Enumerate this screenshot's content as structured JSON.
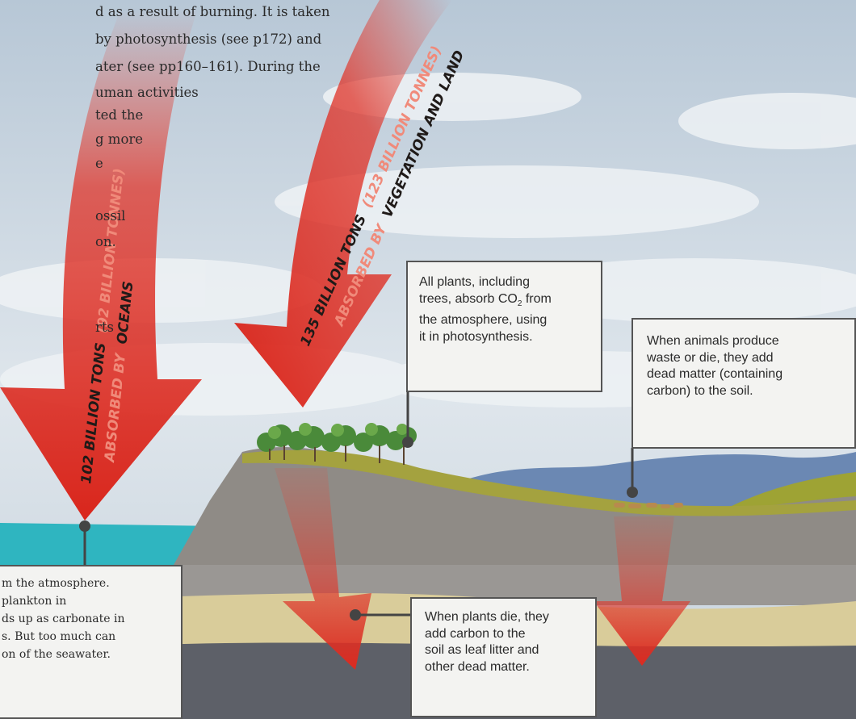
{
  "intro_lines": [
    "d as a result of burning. It is taken",
    "by photosynthesis (see p172)  and",
    "ater (see pp160–161). During the",
    "uman activities",
    "ted the",
    "g more",
    "e",
    "ossil",
    "on.",
    "rts"
  ],
  "arrows": {
    "oceans": {
      "amount": "102 BILLION TONS",
      "metric": "(92 BILLION TONNES)",
      "absorbed": "ABSORBED BY",
      "sink": "OCEANS"
    },
    "land": {
      "amount": "135 BILLION TONS",
      "metric": "(123 BILLION TONNES)",
      "absorbed": "ABSORBED BY",
      "sink": "VEGETATION AND LAND"
    }
  },
  "callouts": {
    "plants": {
      "line1": "All plants, including",
      "line2_pre": "trees, absorb CO",
      "line2_sub": "2",
      "line2_post": " from",
      "line3": "the atmosphere, using",
      "line4": "it in photosynthesis."
    },
    "animals": {
      "lines": [
        "When animals produce",
        "waste or die, they add",
        "dead matter (containing",
        "carbon) to the soil."
      ]
    },
    "ocean": {
      "lines": [
        "m the atmosphere.",
        "plankton in",
        "ds up as carbonate in",
        "s. But too much can",
        "on of the seawater."
      ]
    },
    "plants_die": {
      "lines": [
        "When plants die, they",
        "add carbon to the",
        "soil as leaf litter and",
        "other dead matter."
      ]
    }
  },
  "colors": {
    "arrow_red": "#d9291f",
    "sky": "#c9d6e2",
    "ocean": "#2fb5c0",
    "rock": "#8d8a86",
    "sand": "#d9cc9a",
    "dark_layer": "#5b5e66",
    "callout_border": "#555555"
  }
}
